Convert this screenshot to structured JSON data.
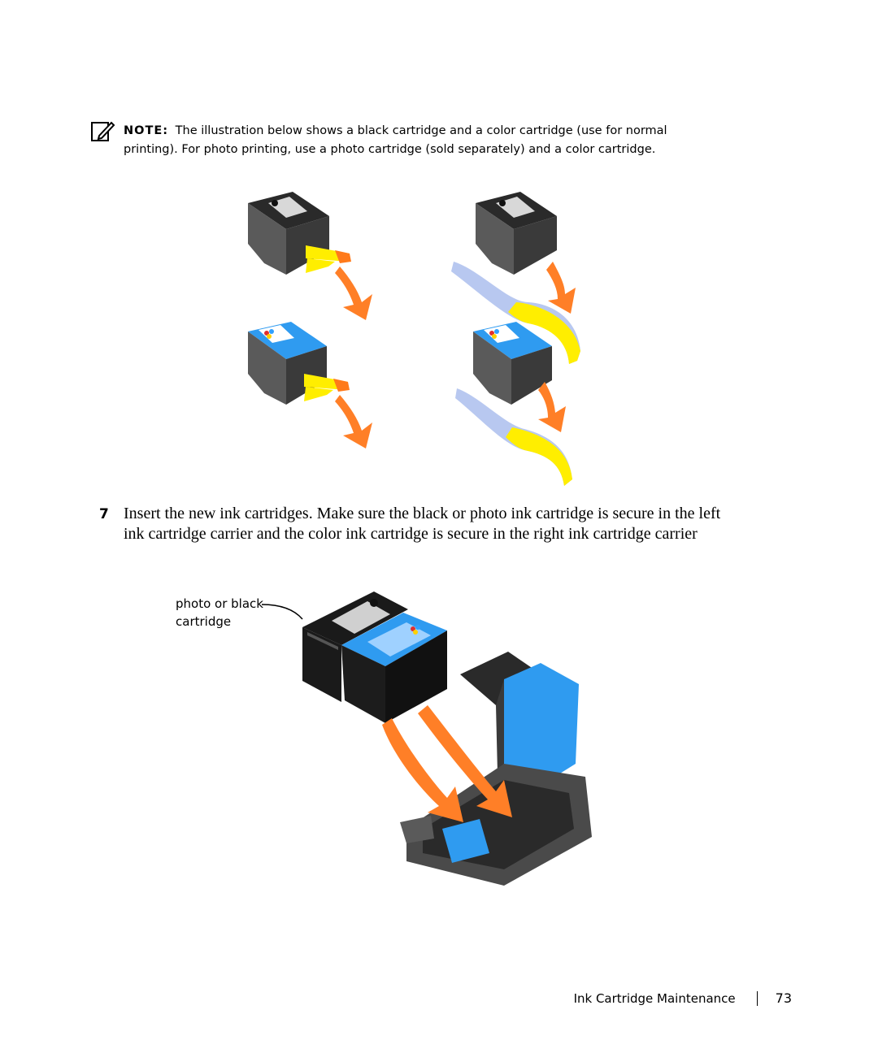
{
  "note": {
    "label": "NOTE:",
    "text": "The illustration below shows a black cartridge and a color cartridge (use for normal printing). For photo printing, use a photo cartridge (sold separately) and a color cartridge.",
    "icon": "pencil-note-icon"
  },
  "step": {
    "number": "7",
    "text": "Insert the new ink cartridges. Make sure the black or photo ink cartridge is secure in the left ink cartridge carrier and the color ink cartridge is secure in the right ink cartridge carrier"
  },
  "figure2": {
    "callout_line1": "photo or black",
    "callout_line2": "cartridge"
  },
  "footer": {
    "section": "Ink Cartridge Maintenance",
    "page_number": "73"
  },
  "colors": {
    "tape_yellow": "#ffee00",
    "tape_orange": "#ff7a1a",
    "arrow_orange": "#ff7f27",
    "cartridge_blue": "#2f9bf0",
    "cartridge_black": "#1a1a1a",
    "cartridge_gray": "#5c5c5c",
    "tape_lavender": "#b8c8f0"
  }
}
